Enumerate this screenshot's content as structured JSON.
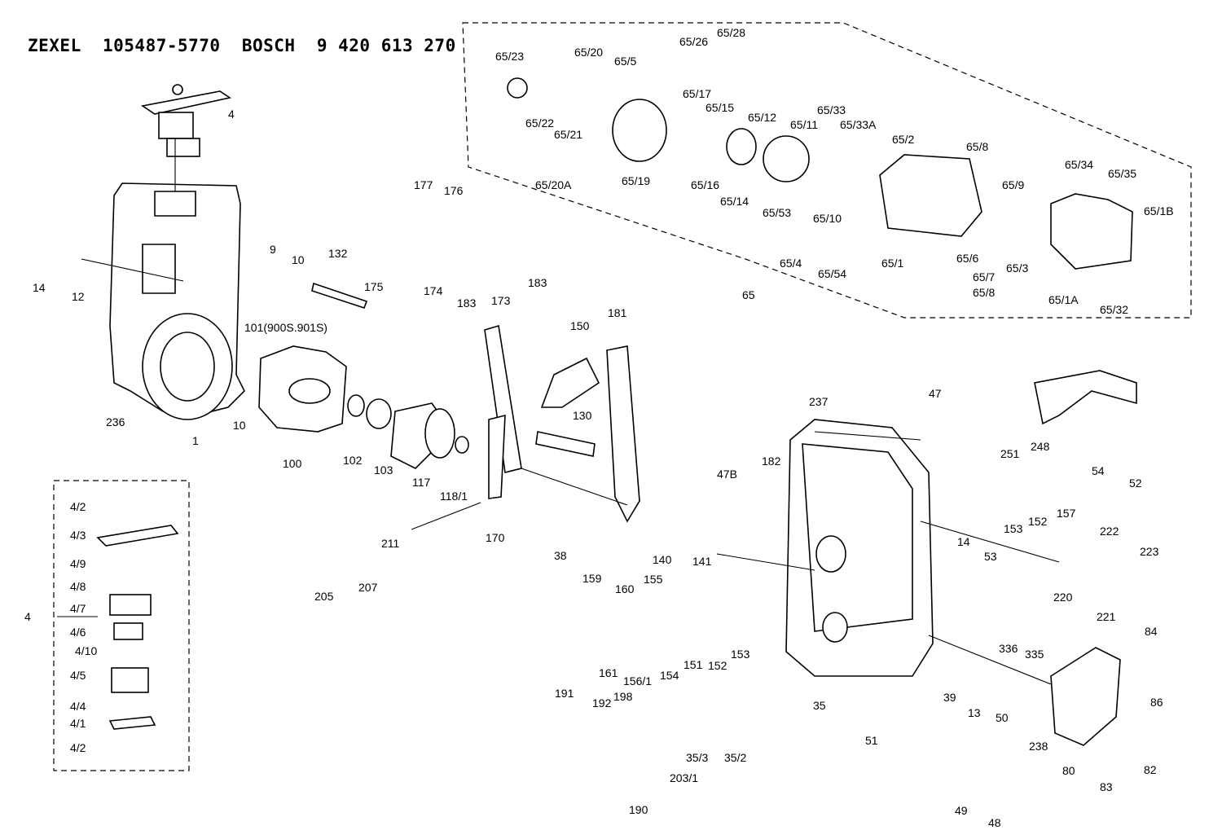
{
  "title": "ZEXEL  105487-5770  BOSCH  9 420 613 270",
  "callouts": [
    "4",
    "14",
    "12",
    "236",
    "1",
    "10",
    "9",
    "10",
    "132",
    "101(900S.901S)",
    "100",
    "102",
    "103",
    "117",
    "118/1",
    "177",
    "176",
    "175",
    "174",
    "173",
    "183",
    "183",
    "170",
    "205",
    "207",
    "211",
    "150",
    "181",
    "130",
    "38",
    "140",
    "141",
    "47B",
    "182",
    "237",
    "47",
    "251",
    "248",
    "54",
    "52",
    "153",
    "152",
    "157",
    "14",
    "53",
    "220",
    "222",
    "223",
    "221",
    "336",
    "335",
    "84",
    "86",
    "238",
    "80",
    "83",
    "82",
    "35",
    "39",
    "13",
    "50",
    "51",
    "49",
    "48",
    "159",
    "160",
    "155",
    "161",
    "156/1",
    "154",
    "151",
    "152",
    "153",
    "191",
    "192",
    "198",
    "190",
    "203/1",
    "35/3",
    "35/2",
    "65/23",
    "65/20",
    "65/5",
    "65/26",
    "65/28",
    "65/22",
    "65/21",
    "65/17",
    "65/15",
    "65/12",
    "65/33",
    "65/11",
    "65/33A",
    "65/2",
    "65/8",
    "65/19",
    "65/16",
    "65/14",
    "65/53",
    "65/10",
    "65/20A",
    "65/4",
    "65/54",
    "65/1",
    "65/6",
    "65/7",
    "65/8",
    "65/9",
    "65/34",
    "65/35",
    "65/1B",
    "65/3",
    "65/1A",
    "65/32",
    "65",
    "4/2",
    "4/3",
    "4/9",
    "4/8",
    "4/7",
    "4/6",
    "4/10",
    "4/5",
    "4/4",
    "4/1",
    "4/2",
    "4"
  ]
}
